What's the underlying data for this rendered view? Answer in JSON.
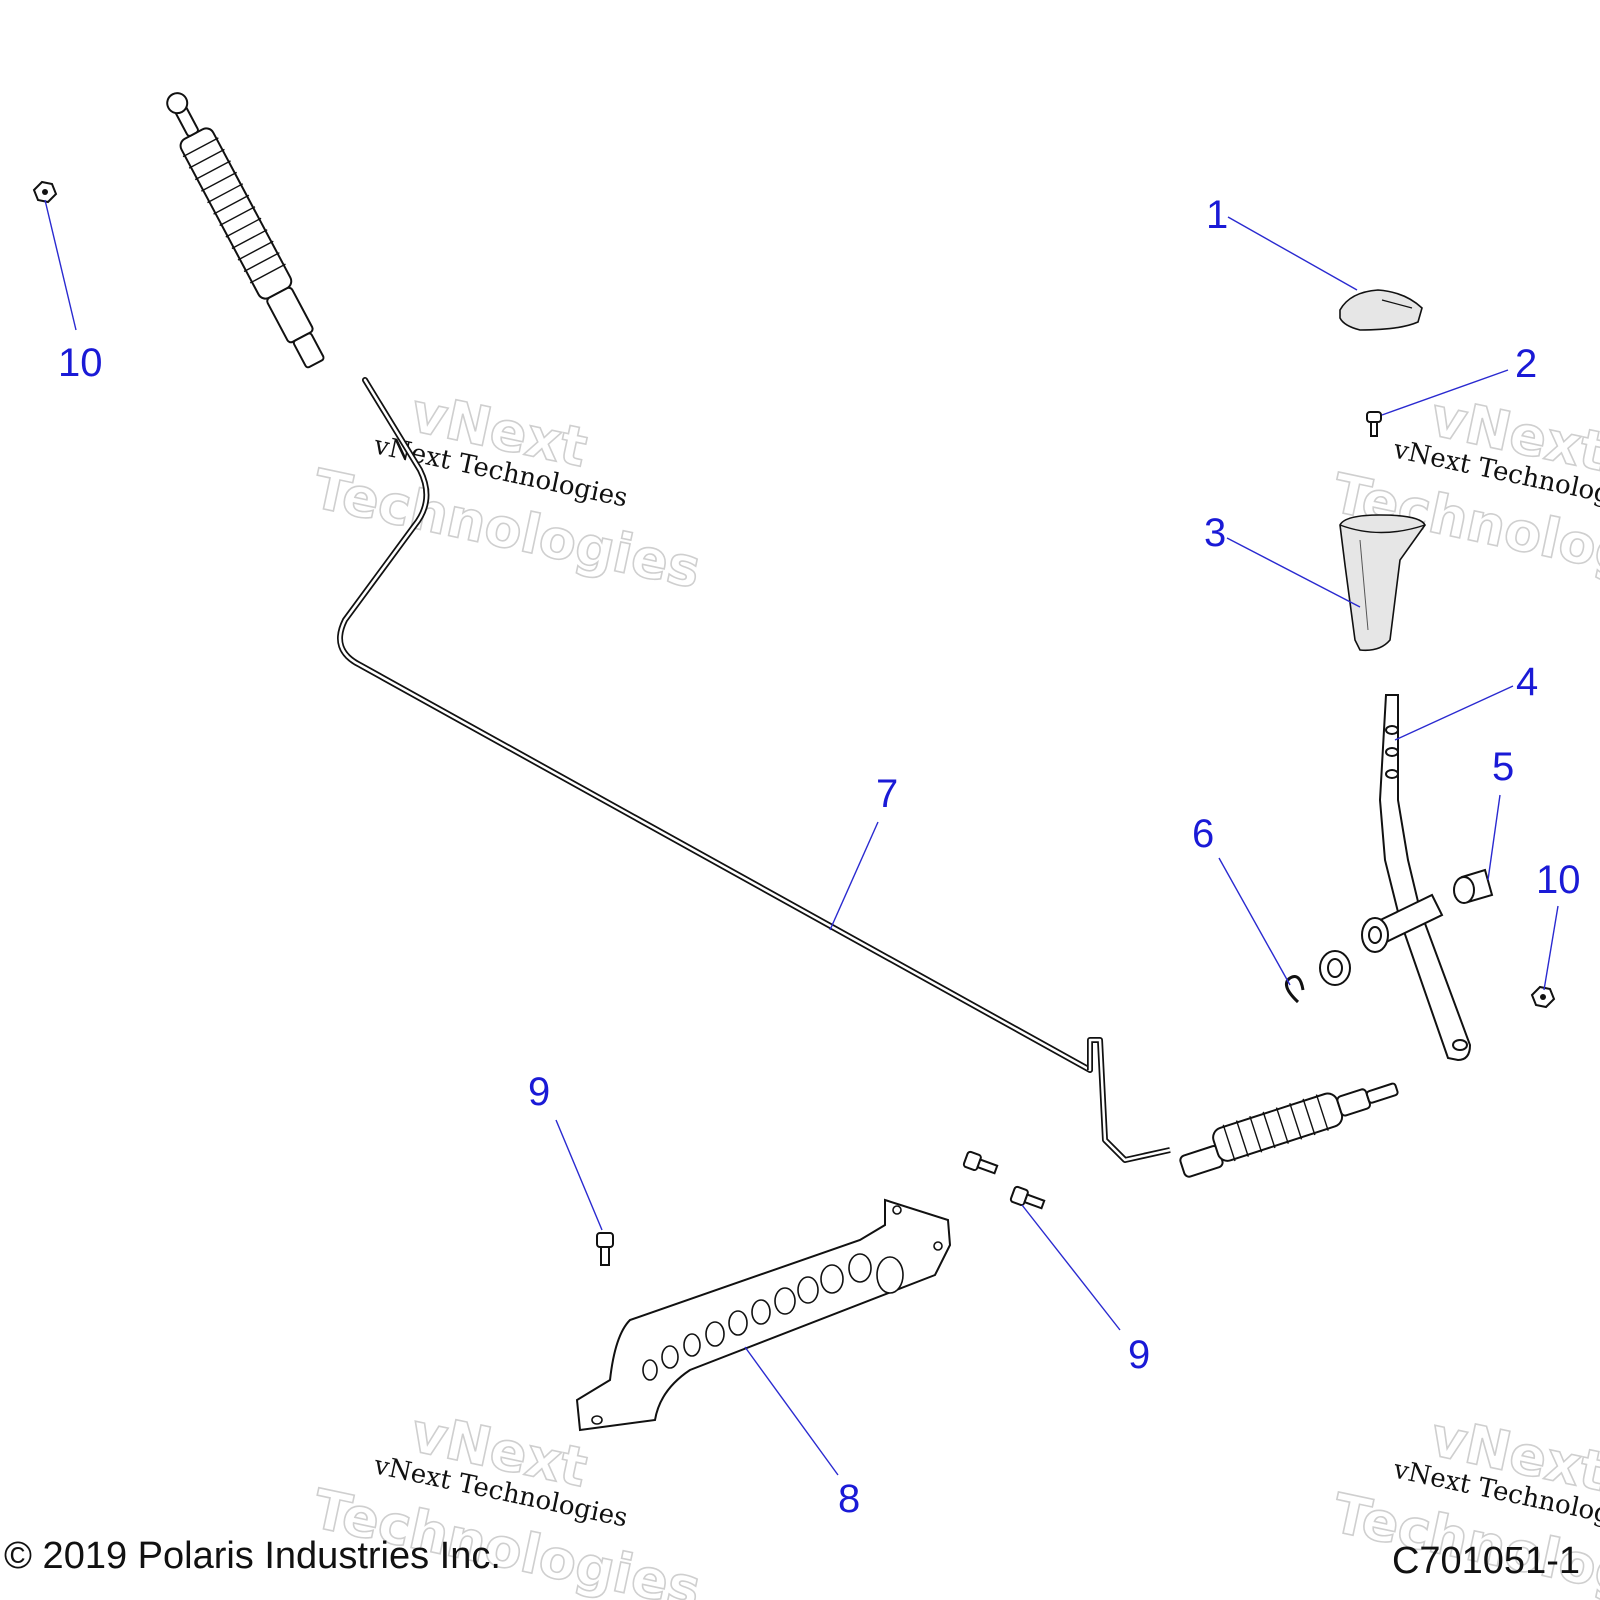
{
  "callouts": {
    "c1": "1",
    "c2": "2",
    "c3": "3",
    "c4": "4",
    "c5": "5",
    "c6": "6",
    "c7": "7",
    "c8": "8",
    "c9a": "9",
    "c9b": "9",
    "c10a": "10",
    "c10b": "10"
  },
  "watermark": {
    "line_small": "vNext Technologies",
    "big_1": "vNext",
    "big_2": "Technologies"
  },
  "footer": {
    "copyright": "© 2019 Polaris Industries Inc.",
    "figure_id": "C701051-1"
  },
  "colors": {
    "callout": "#1a1ad6",
    "lines": "#111111"
  }
}
